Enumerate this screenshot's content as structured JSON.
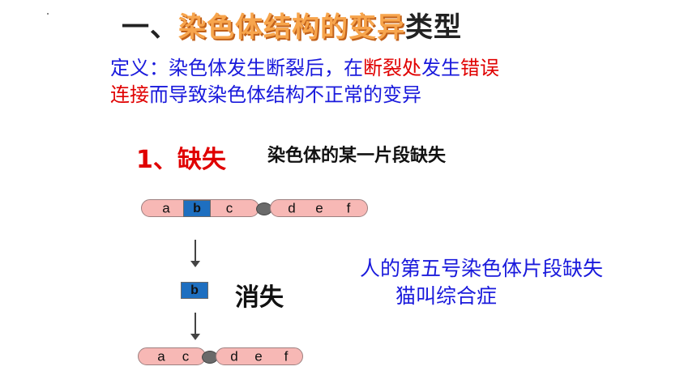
{
  "title": {
    "prefix": "一、",
    "highlight": "染色体结构的变异",
    "suffix": "类型"
  },
  "definition": {
    "line1_a": "定义：染色体发生断裂后，在",
    "line1_red1": "断裂处",
    "line1_b": "发生",
    "line1_red2": "错误",
    "line2_red": "连接",
    "line2_b": "而导致染色体结构不正常的变异"
  },
  "section": {
    "title": "1、缺失",
    "description": "染色体的某一片段缺失"
  },
  "chromosome_before": {
    "genes": [
      "a",
      "b",
      "c",
      "d",
      "e",
      "f"
    ]
  },
  "deleted_fragment": {
    "label": "b",
    "caption": "消失"
  },
  "chromosome_after": {
    "genes": [
      "a",
      "c",
      "d",
      "e",
      "f"
    ]
  },
  "example": {
    "line1": "人的第五号染色体片段缺失",
    "line2": "猫叫综合症"
  },
  "colors": {
    "title_highlight": "#f7a54d",
    "definition_blue": "#1a1adc",
    "emphasis_red": "#e00000",
    "arm_fill": "#f7b8b5",
    "band_blue": "#1e6fc0",
    "centromere": "#6a6a6a"
  }
}
